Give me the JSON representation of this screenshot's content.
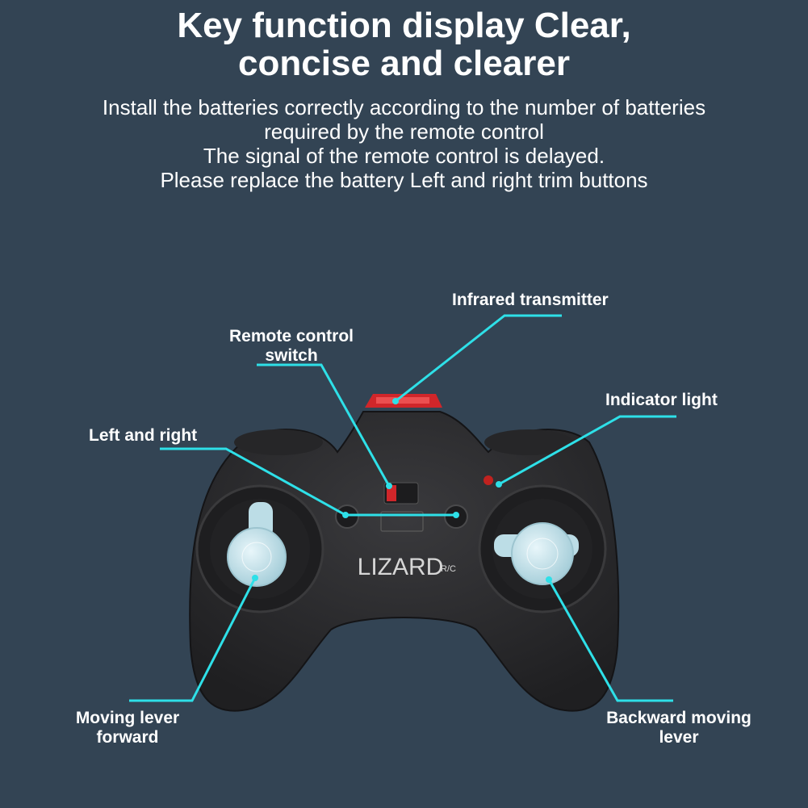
{
  "title": {
    "line1": "Key function display Clear,",
    "line2": "concise and clearer"
  },
  "subtitle": {
    "line1": "Install the batteries correctly according to the number of batteries",
    "line2": "required by the remote control",
    "line3": "The signal of the remote control is delayed.",
    "line4": "Please replace the battery Left and right trim buttons"
  },
  "labels": {
    "infrared": "Infrared transmitter",
    "switch_line1": "Remote control",
    "switch_line2": "switch",
    "indicator": "Indicator light",
    "left_right": "Left and right",
    "forward_line1": "Moving lever",
    "forward_line2": "forward",
    "backward_line1": "Backward moving",
    "backward_line2": "lever"
  },
  "controller": {
    "brand": "LIZARD",
    "brand_suffix": "R/C"
  },
  "colors": {
    "background": "#334454",
    "accent": "#2ee0e8",
    "body": "#2b2b2d",
    "stick": "#bcdde6",
    "transmitter": "#d0262a",
    "indicator": "#c0221f"
  }
}
